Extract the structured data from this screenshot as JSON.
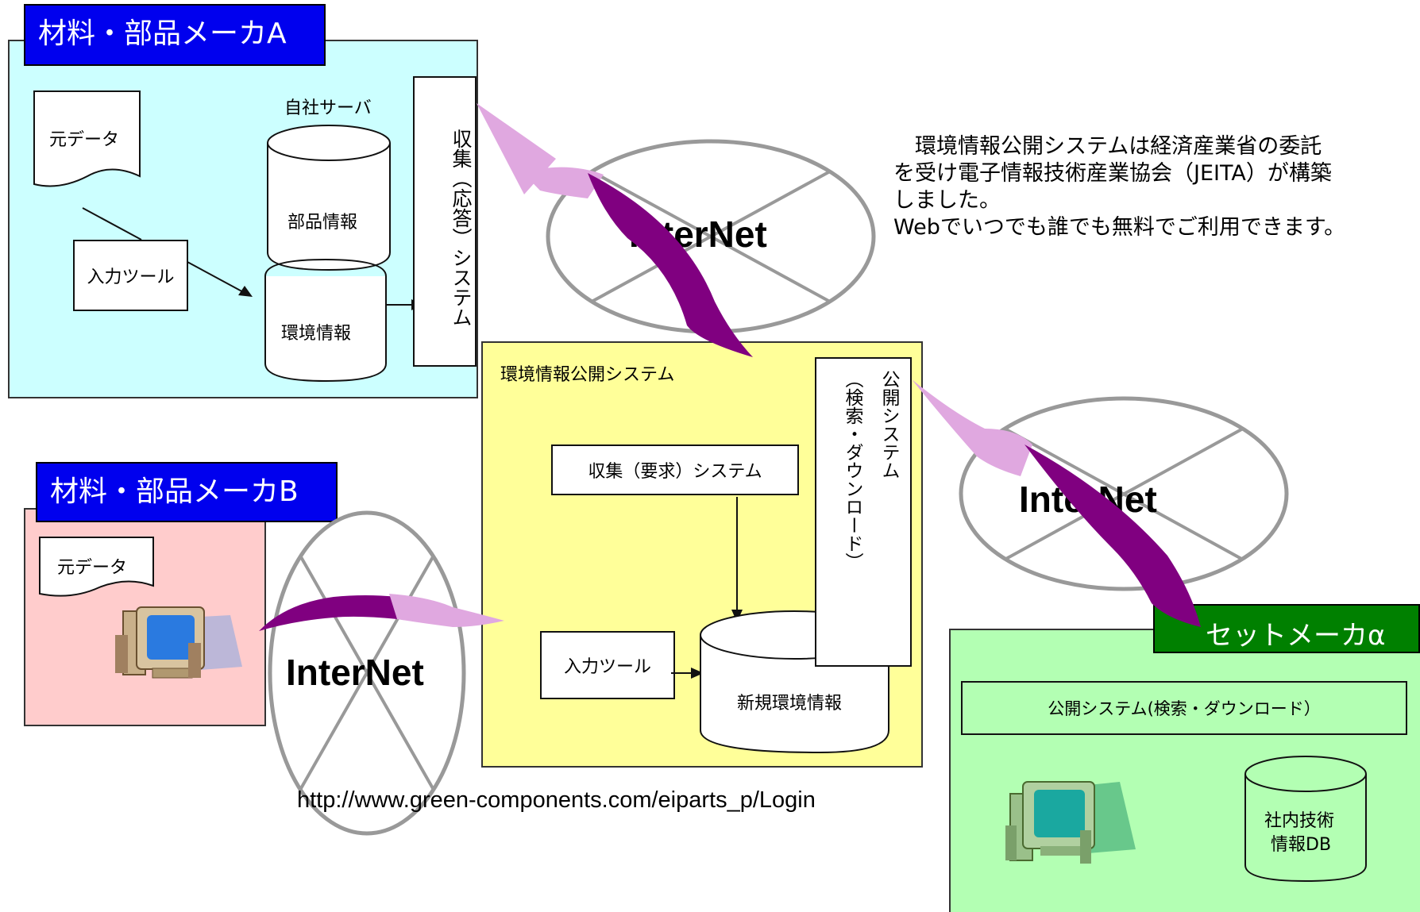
{
  "makerA": {
    "title": "材料・部品メーカA",
    "server_label": "自社サーバ",
    "source_data": "元データ",
    "input_tool": "入力ツール",
    "db_parts": "部品情報",
    "db_env": "環境情報",
    "collect_system": "収集（応答）システム"
  },
  "makerB": {
    "title": "材料・部品メーカB",
    "source_data": "元データ"
  },
  "center": {
    "title": "環境情報公開システム",
    "collect_request": "収集（要求）システム",
    "public_system_line1": "公開システム",
    "public_system_line2": "（検索・ダウンロード）",
    "input_tool": "入力ツール",
    "new_env_db": "新規環境情報"
  },
  "setMaker": {
    "title": "セットメーカα",
    "public_system": "公開システム(検索・ダウンロード）",
    "db_line1": "社内技術",
    "db_line2": "情報DB"
  },
  "internet_label": "InterNet",
  "description": {
    "line1": "　環境情報公開システムは経済産業省の委託",
    "line2": "を受け電子情報技術産業協会（JEITA）が構築",
    "line3": "しました。",
    "line4": "Webでいつでも誰でも無料でご利用できます。"
  },
  "url": "http://www.green-components.com/eiparts_p/Login",
  "colors": {
    "makerA_bg": "#ccffff",
    "makerB_bg": "#ffcccc",
    "center_bg": "#ffff99",
    "set_bg": "#b3ffb3",
    "title_blue": "#0000ee",
    "title_green": "#008000",
    "arrow_dark": "#800080",
    "arrow_light": "#e0a8e0"
  }
}
